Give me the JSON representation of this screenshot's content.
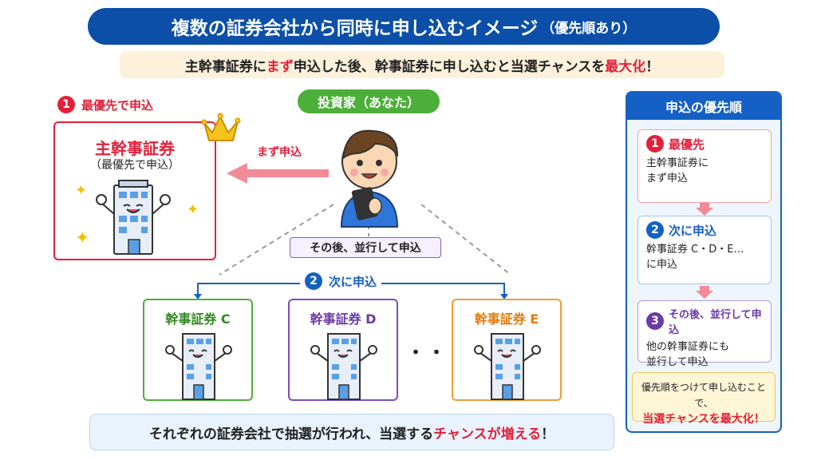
{
  "banner": {
    "title": "複数の証券会社から同時に申し込むイメージ",
    "subtitle": "（優先順あり）"
  },
  "subbar": {
    "part1": "主幹事証券に",
    "part2": "まず",
    "part3": "申込した後、幹事証券に申し込むと当選チャンスを",
    "part4": "最大化",
    "part5": "！"
  },
  "priority_badge": {
    "number": "1",
    "label": "最優先で申込"
  },
  "main_underwriter": {
    "title": "主幹事証券",
    "subtitle": "（最優先で申込）"
  },
  "investor": {
    "label": "投資家（あなた）"
  },
  "arrow_first": {
    "label": "まず申込"
  },
  "parallel": {
    "label": "その後、並行して申込"
  },
  "next": {
    "number": "2",
    "label": "次に申込"
  },
  "companies": [
    {
      "name": "幹事証券 C"
    },
    {
      "name": "幹事証券 D"
    },
    {
      "name": "幹事証券 E"
    }
  ],
  "ellipsis": "・・・",
  "bottom": {
    "part1": "それぞれの証券会社で抽選が行われ、当選する",
    "part2": "チャンスが増える",
    "part3": "！"
  },
  "side": {
    "title": "申込の優先順",
    "steps": [
      {
        "number": "1",
        "head": "最優先",
        "line1": "主幹事証券に",
        "line2": "まず申込"
      },
      {
        "number": "2",
        "head": "次に申込",
        "line1": "幹事証券 C・D・E…",
        "line2": "に申込"
      },
      {
        "number": "3",
        "head": "その後、並行して申込",
        "line1": "他の幹事証券にも",
        "line2": "並行して申込"
      }
    ],
    "note": {
      "line1": "優先順をつけて申し込むことで、",
      "line2": "当選チャンスを最大化！"
    }
  },
  "colors": {
    "navy": "#0b4fa8",
    "red": "#e2203a",
    "green": "#4caf3a",
    "purple": "#6a3aa6",
    "orange": "#f29b38",
    "blue": "#1560c4"
  }
}
